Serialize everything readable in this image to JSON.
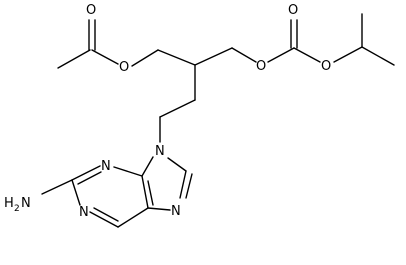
{
  "molecule": {
    "atoms": {
      "o_carbonyl_acetyl": "O",
      "o_ester_acetyl": "O",
      "o_ester_carbonate": "O",
      "o_carbonyl_carbonate": "O",
      "o_ether_isopropyl": "O",
      "n9": "N",
      "n3": "N",
      "n1": "N",
      "n7": "N",
      "amine_h": "H",
      "amine_h_count": "2",
      "amine_n": "N"
    }
  }
}
